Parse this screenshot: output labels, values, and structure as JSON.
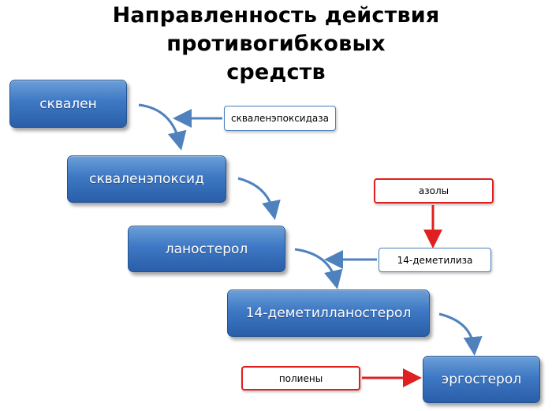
{
  "title": {
    "line1": "Направленность действия противогибковых",
    "line2": "средств"
  },
  "steps": [
    "сквален",
    "скваленэпоксид",
    "ланостерол",
    "14-деметилланостерол",
    "эргостерол"
  ],
  "enzymes": [
    "скваленэпоксидаза",
    "14-деметилиза"
  ],
  "drugs": [
    "азолы",
    "полиены"
  ],
  "colors": {
    "step_fill": "#3e78c4",
    "enzyme_border": "#4a7ebb",
    "drug_border": "#e02020",
    "flow_arrow": "#4f81bd"
  }
}
